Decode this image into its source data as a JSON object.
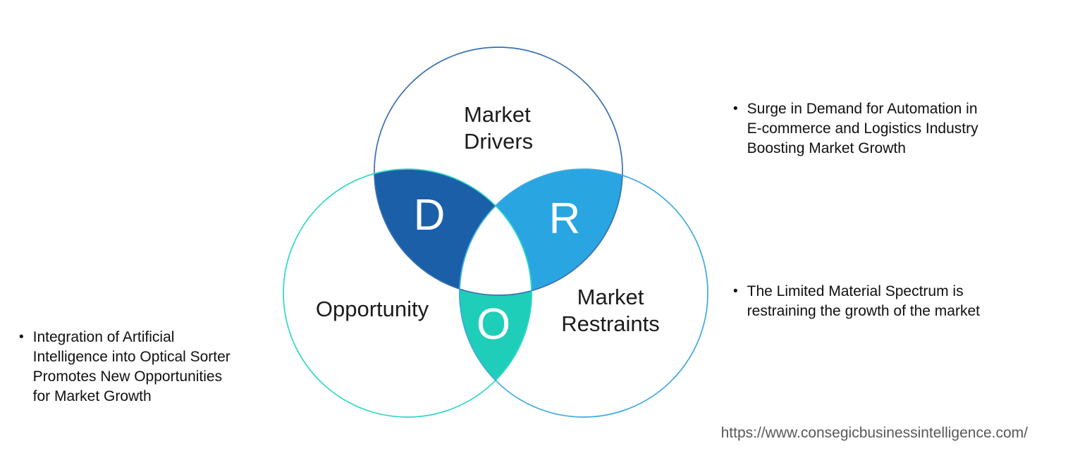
{
  "diagram": {
    "circles": {
      "drivers": {
        "label_lines": [
          "Market",
          "Drivers"
        ],
        "outline_color": "#3a6fb1"
      },
      "opportunity": {
        "label": "Opportunity",
        "outline_color": "#2dd8c5"
      },
      "restraints": {
        "label_lines": [
          "Market",
          "Restraints"
        ],
        "outline_color": "#3ea9e2"
      }
    },
    "regions": {
      "d": {
        "letter": "D",
        "color": "#1a5fa8"
      },
      "r": {
        "letter": "R",
        "color": "#29a5e2"
      },
      "o": {
        "letter": "O",
        "color": "#1fceb9"
      }
    }
  },
  "bullets": {
    "marker": "•",
    "opportunity_note": {
      "lines": [
        "Integration of Artificial",
        "Intelligence into Optical Sorter",
        "Promotes New Opportunities",
        "for Market Growth"
      ]
    },
    "drivers_note": {
      "lines": [
        "Surge in Demand for Automation in",
        "E-commerce and Logistics Industry",
        "Boosting Market Growth"
      ]
    },
    "restraints_note": {
      "lines": [
        "The Limited Material Spectrum is",
        "restraining the growth of the market"
      ]
    }
  },
  "footer": {
    "source_url": "https://www.consegicbusinessintelligence.com/"
  }
}
